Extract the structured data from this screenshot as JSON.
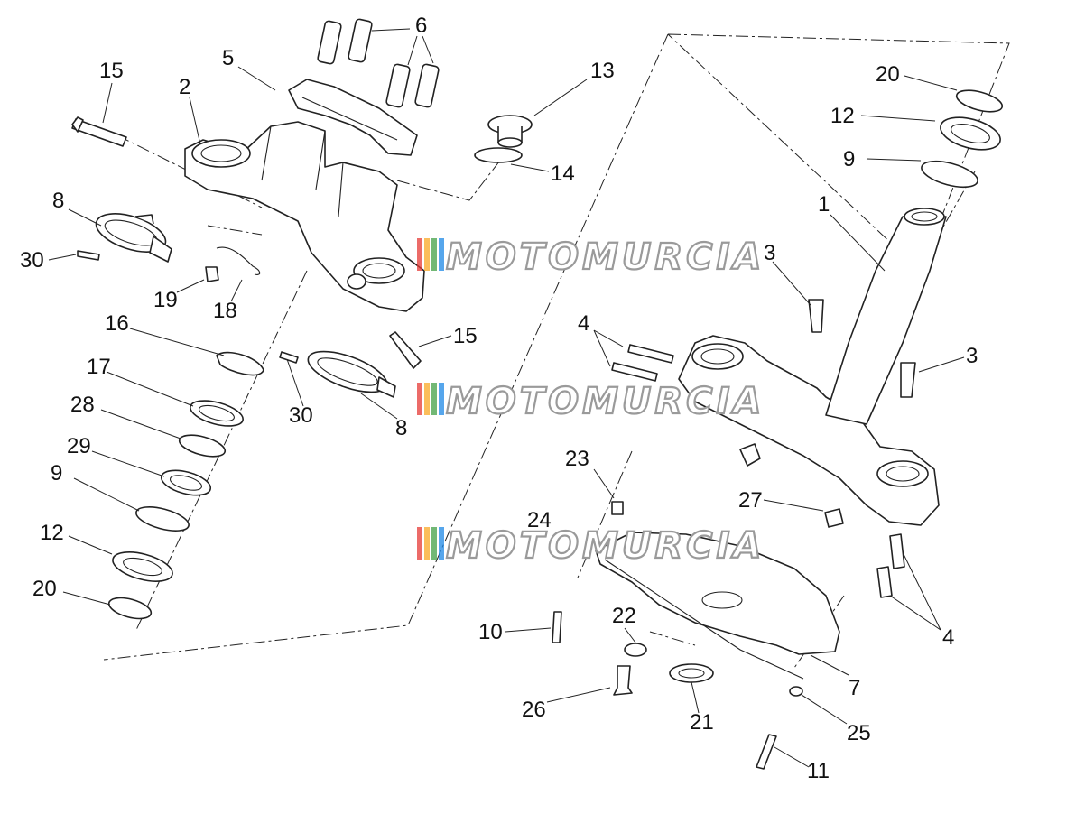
{
  "watermark": "MOTOMURCIA",
  "watermark_colors": [
    "#e53935",
    "#f9a825",
    "#43a047",
    "#1e88e5"
  ],
  "labels": {
    "l1": "1",
    "l2": "2",
    "l3a": "3",
    "l3b": "3",
    "l4a": "4",
    "l4b": "4",
    "l5": "5",
    "l6": "6",
    "l7": "7",
    "l8a": "8",
    "l8b": "8",
    "l9a": "9",
    "l9b": "9",
    "l10": "10",
    "l11": "11",
    "l12a": "12",
    "l12b": "12",
    "l13": "13",
    "l14": "14",
    "l15a": "15",
    "l15b": "15",
    "l16": "16",
    "l17": "17",
    "l18": "18",
    "l19": "19",
    "l20a": "20",
    "l20b": "20",
    "l21": "21",
    "l22": "22",
    "l23": "23",
    "l24": "24",
    "l25": "25",
    "l26": "26",
    "l27": "27",
    "l28": "28",
    "l29": "29",
    "l30a": "30",
    "l30b": "30"
  }
}
